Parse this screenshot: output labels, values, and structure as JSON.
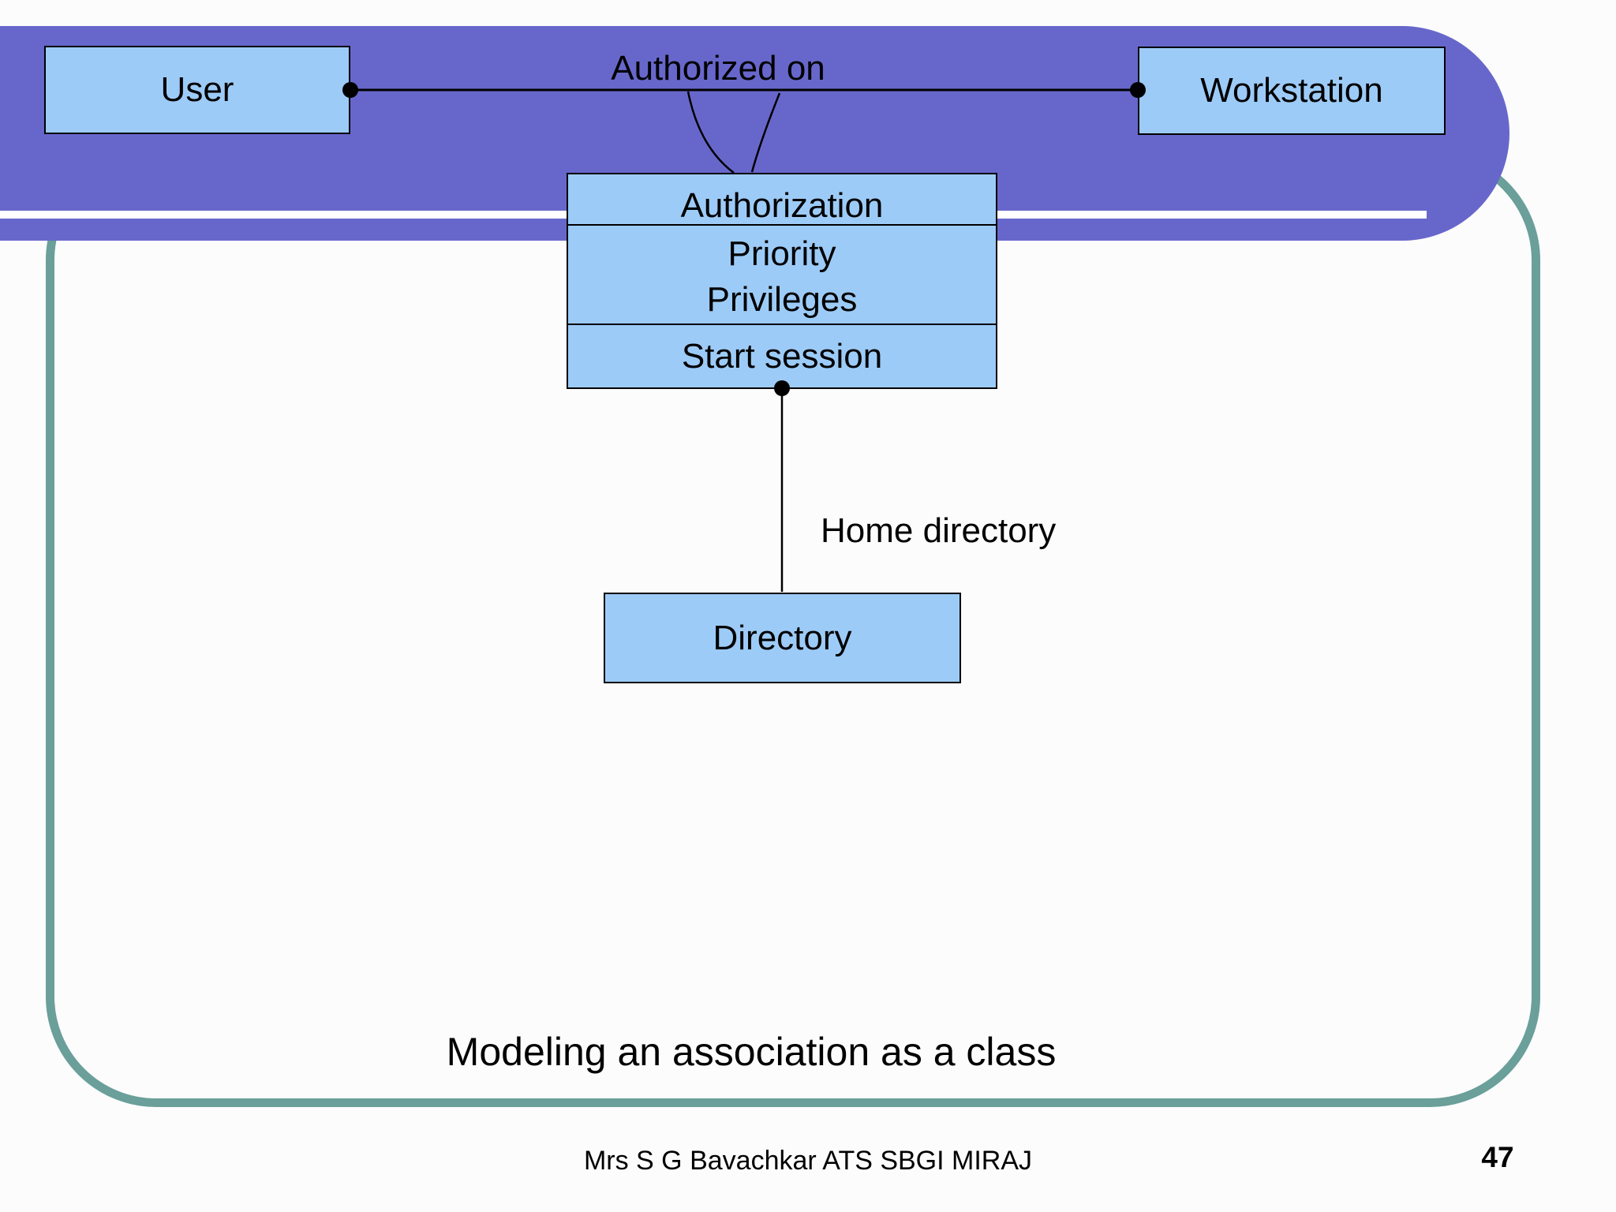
{
  "slide": {
    "caption": "Modeling an association as a class",
    "footer": "Mrs S G Bavachkar ATS SBGI MIRAJ",
    "page_number": "47"
  },
  "diagram": {
    "classes": [
      {
        "name": "User"
      },
      {
        "name": "Workstation"
      },
      {
        "name": "Authorization",
        "attributes": [
          "Priority",
          "Privileges"
        ],
        "operations": [
          "Start session"
        ]
      },
      {
        "name": "Directory"
      }
    ],
    "associations": [
      {
        "label": "Authorized on",
        "between": [
          "User",
          "Workstation"
        ],
        "association_class": "Authorization"
      },
      {
        "label": "Home directory",
        "between": [
          "Authorization",
          "Directory"
        ]
      }
    ]
  },
  "colors": {
    "banner_purple": "#6767CB",
    "class_box_fill": "#9DCBF7",
    "frame_teal": "#6A9F9A",
    "line_black": "#000000",
    "background": "#FCFCFC"
  }
}
